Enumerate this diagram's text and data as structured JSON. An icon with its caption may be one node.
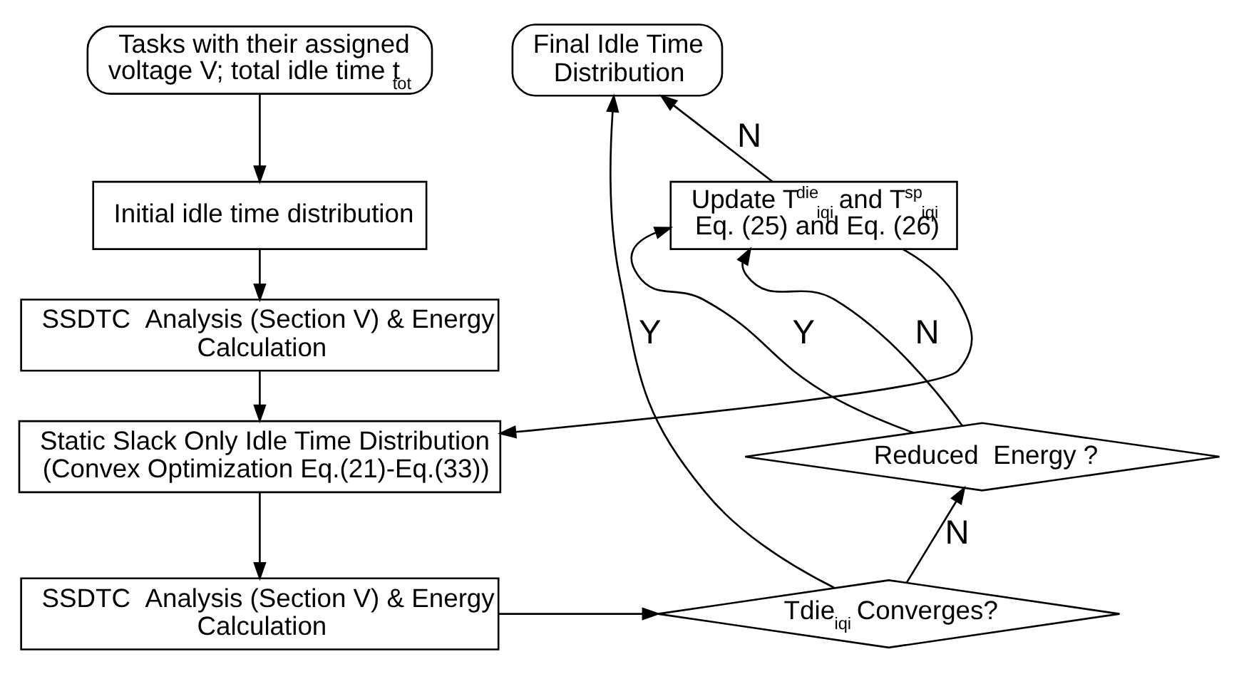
{
  "diagram": {
    "nodes": [
      {
        "text": [
          "Tasks with their assigned voltage V; total idle time t$_{tot}$"
        ]
      },
      {
        "text": [
          "Initial idle time distribution"
        ]
      },
      {
        "text": [
          "SSDTC  Analysis (Section V) & Energy Calculation"
        ]
      },
      {
        "text": [
          "Static Slack Only Idle Time Distribution (Convex Optimization Eq.(21)-Eq.(33))"
        ]
      },
      {
        "text": [
          "SSDTC  Analysis (Section V) & Energy Calculation"
        ]
      },
      {
        "text": [
          "Tdie$_{iqi}$ Converges?"
        ]
      },
      {
        "text": [
          "Reduced  Energy ?"
        ]
      },
      {
        "text": [
          "Update T$^{die}$$_{iqi}$ and T$^{sp}$$_{iqi}$ Eq. (25) and Eq. (26)"
        ]
      },
      {
        "text": [
          "Final Idle Time Distribution"
        ]
      }
    ],
    "edges": [
      {
        "from": 0,
        "to": 1,
        "arrow": "to"
      },
      {
        "from": 1,
        "to": 2,
        "arrow": "to"
      },
      {
        "from": 2,
        "to": 3,
        "arrow": "to"
      },
      {
        "from": 3,
        "to": 4,
        "arrow": "to"
      },
      {
        "from": 4,
        "to": 5,
        "arrow": "to"
      },
      {
        "from": 5,
        "to": 6,
        "label": "N",
        "arrow": "to"
      },
      {
        "from": 6,
        "to": 7,
        "label": "Y",
        "arrow": "to"
      },
      {
        "from": 6,
        "to": 7,
        "label": "N",
        "arrow": "to"
      },
      {
        "from": 7,
        "to": 3,
        "arrow": "to"
      },
      {
        "from": 7,
        "to": 8,
        "label": "N",
        "arrow": "to"
      },
      {
        "from": 5,
        "to": 8,
        "label": "Y",
        "arrow": "to"
      }
    ]
  }
}
